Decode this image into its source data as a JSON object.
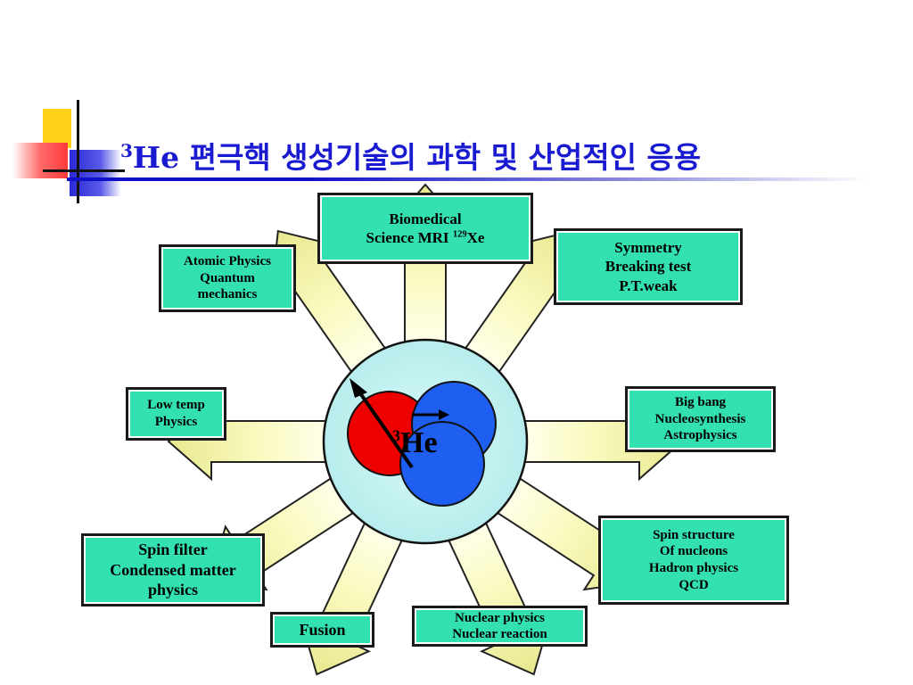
{
  "title": {
    "mass_number": "3",
    "text": "He 편극핵 생성기술의 과학 및 산업적인 응용"
  },
  "center": {
    "mass_number": "3",
    "symbol": "He"
  },
  "boxes": {
    "biomedical": {
      "line1": "Biomedical",
      "line2_text": "Science MRI ",
      "line2_sup": "129",
      "line2_tail": "Xe"
    },
    "atomic": {
      "lines": [
        "Atomic Physics",
        "Quantum",
        "mechanics"
      ]
    },
    "symmetry": {
      "lines": [
        "Symmetry",
        "Breaking test",
        "P.T.weak"
      ]
    },
    "lowtemp": {
      "lines": [
        "Low temp",
        "Physics"
      ]
    },
    "bigbang": {
      "lines": [
        "Big bang",
        "Nucleosynthesis",
        "Astrophysics"
      ]
    },
    "spinfilter": {
      "lines": [
        "Spin filter",
        "Condensed matter",
        "physics"
      ]
    },
    "spinstructure": {
      "lines": [
        "Spin structure",
        "Of nucleons",
        "Hadron physics",
        "QCD"
      ]
    },
    "fusion": {
      "lines": [
        "Fusion"
      ]
    },
    "nuclear": {
      "lines": [
        "Nuclear physics",
        "Nuclear reaction"
      ]
    }
  },
  "colors": {
    "box_fill": "#33e0b0",
    "title": "#1a1ad0",
    "arrow_fill": "#fcfccc",
    "proton": "#ee0000",
    "neutron": "#1e5ef0",
    "nucleus_halo": "#c8f4f4"
  }
}
